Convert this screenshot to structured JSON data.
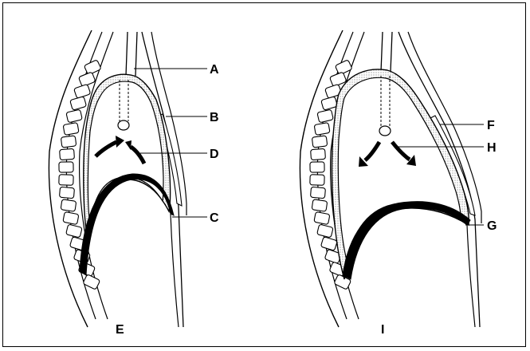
{
  "panels": [
    {
      "id": "left",
      "caption": "E",
      "callouts": {
        "a": "A",
        "b": "B",
        "c": "C",
        "d": "D"
      }
    },
    {
      "id": "right",
      "caption": "I",
      "callouts": {
        "f": "F",
        "h": "H",
        "g": "G"
      }
    }
  ],
  "colors": {
    "ink": "#000000",
    "stipple": "#b8b8b8",
    "background": "#ffffff"
  }
}
